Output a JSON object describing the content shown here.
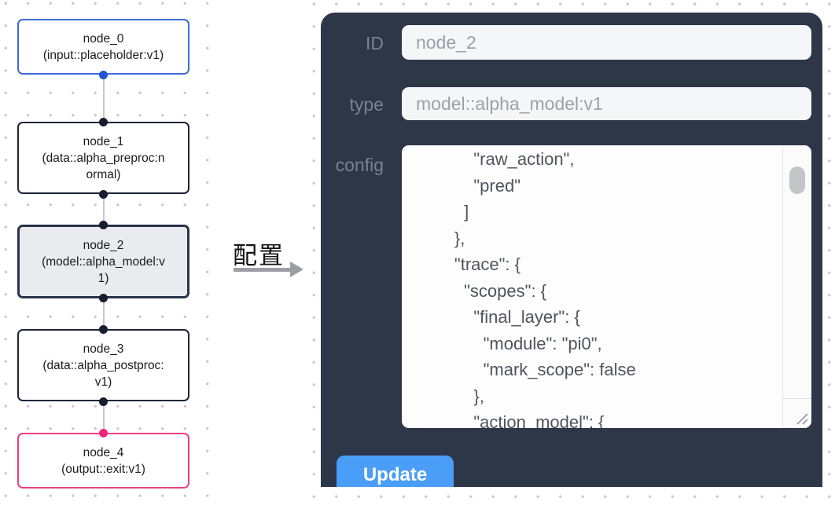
{
  "flow": {
    "nodes": [
      {
        "title": "node_0",
        "subtitle": "(input::placeholder:v1)",
        "kind": "input"
      },
      {
        "title": "node_1",
        "subtitle": "(data::alpha_preproc:normal)",
        "kind": "data"
      },
      {
        "title": "node_2",
        "subtitle": "(model::alpha_model:v1)",
        "kind": "model",
        "selected": true
      },
      {
        "title": "node_3",
        "subtitle": "(data::alpha_postproc:v1)",
        "kind": "data"
      },
      {
        "title": "node_4",
        "subtitle": "(output::exit:v1)",
        "kind": "output"
      }
    ]
  },
  "annotation": {
    "label": "配置"
  },
  "panel": {
    "id_field": {
      "label": "ID",
      "value": "node_2"
    },
    "type_field": {
      "label": "type",
      "value": "model::alpha_model:v1"
    },
    "config_field": {
      "label": "config",
      "value": "            \"raw_action\",\n            \"pred\"\n          ]\n        },\n        \"trace\": {\n          \"scopes\": {\n            \"final_layer\": {\n              \"module\": \"pi0\",\n              \"mark_scope\": false\n            },\n            \"action_model\": {"
    },
    "update_button": "Update"
  },
  "colors": {
    "panel_bg": "#2d3748",
    "update_button_bg": "#4a9ef7",
    "input_node_border": "#3f6ad8",
    "output_node_border": "#ee3f82",
    "selected_node_bg": "#e9ebee",
    "port_blue": "#2153d4",
    "port_black": "#151d2f",
    "port_pink": "#f0247c"
  }
}
